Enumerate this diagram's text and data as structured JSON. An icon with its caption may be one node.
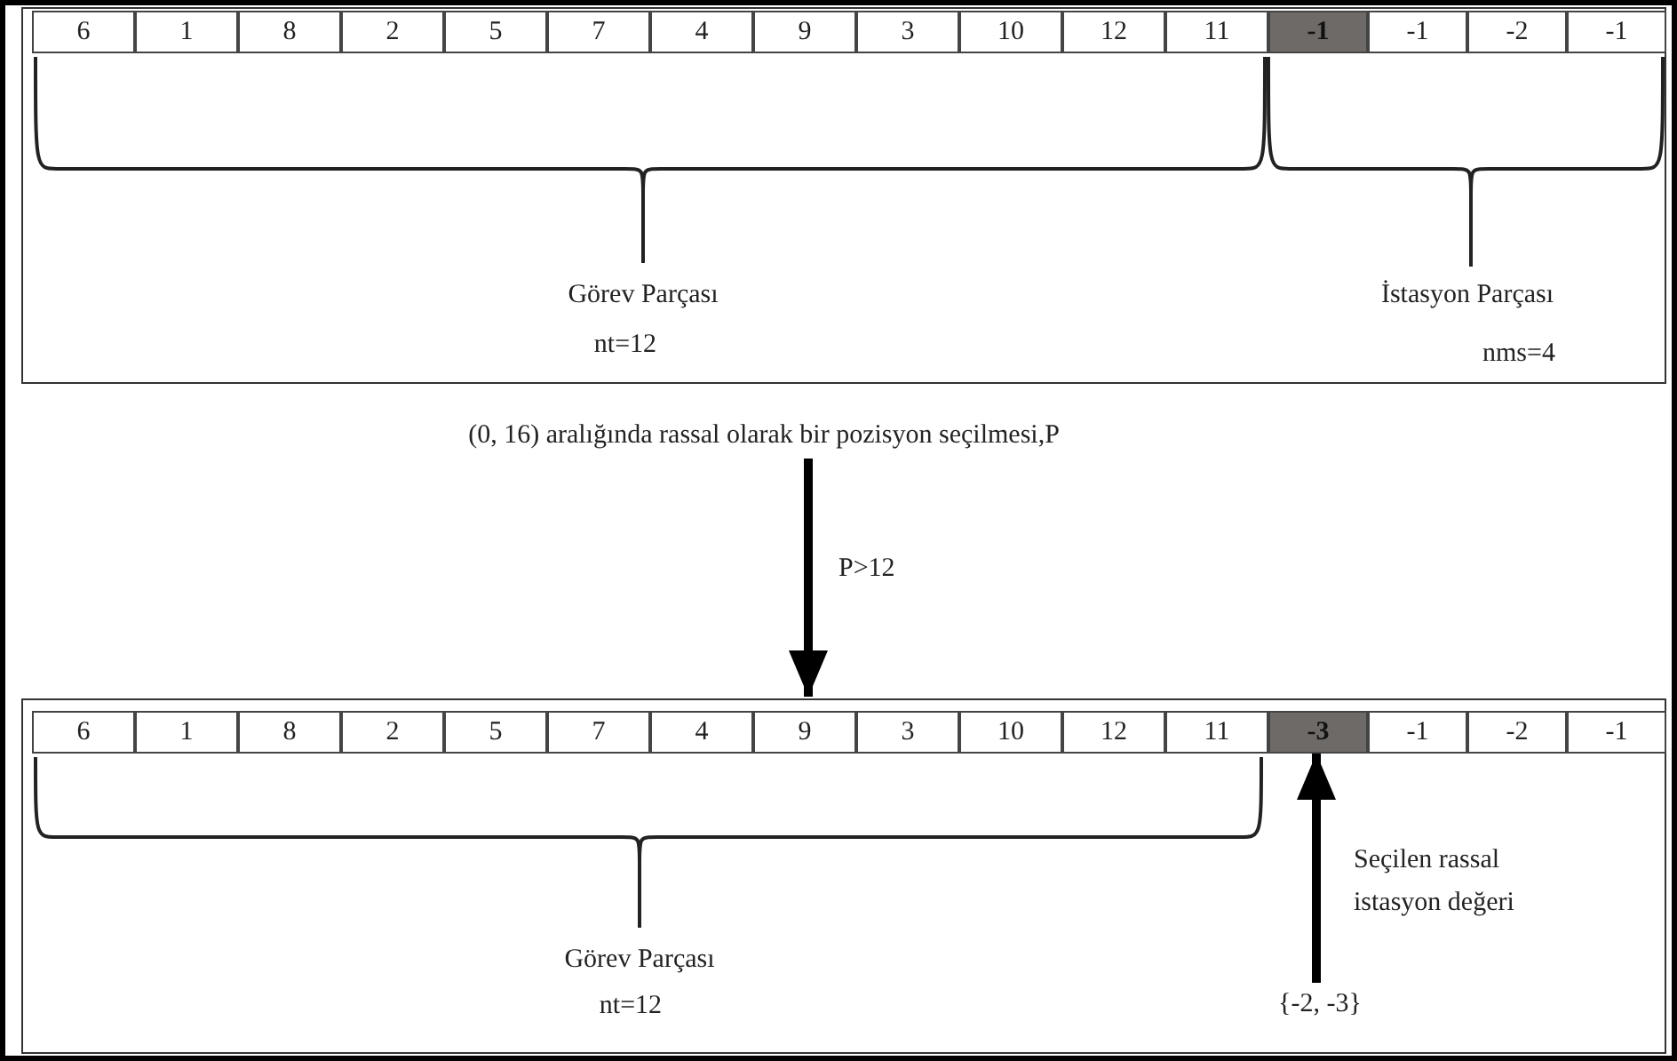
{
  "diagram": {
    "nodes": [
      {
        "text": [],
        "shape": "box"
      },
      {
        "text": [
          "(0, 16) aralığında rassal olarak bir pozisyon seçilmesi,P"
        ]
      },
      {
        "text": [],
        "shape": "box"
      },
      {
        "text": [
          "-3"
        ],
        "in": 2
      },
      {
        "text": [
          "{-2, -3}"
        ],
        "in": 2
      }
    ],
    "edges": [
      {
        "from": 1,
        "to": 2,
        "arrow": "to",
        "label": "P>12"
      },
      {
        "from": 4,
        "to": 3,
        "arrow": "to",
        "label": "Seçilen rassal istasyon değeri"
      }
    ],
    "labels": [
      "6",
      "1",
      "8",
      "2",
      "5",
      "7",
      "4",
      "9",
      "3",
      "10",
      "12",
      "11",
      "-1",
      "-1",
      "-2",
      "-1",
      "Görev Parçası",
      "İstasyon Parçası",
      "nt=12",
      "nms=4",
      "6",
      "1",
      "8",
      "2",
      "5",
      "7",
      "4",
      "9",
      "3",
      "10",
      "12",
      "11",
      "-1",
      "-2",
      "-1",
      "Görev Parçası",
      "nt=12"
    ]
  }
}
